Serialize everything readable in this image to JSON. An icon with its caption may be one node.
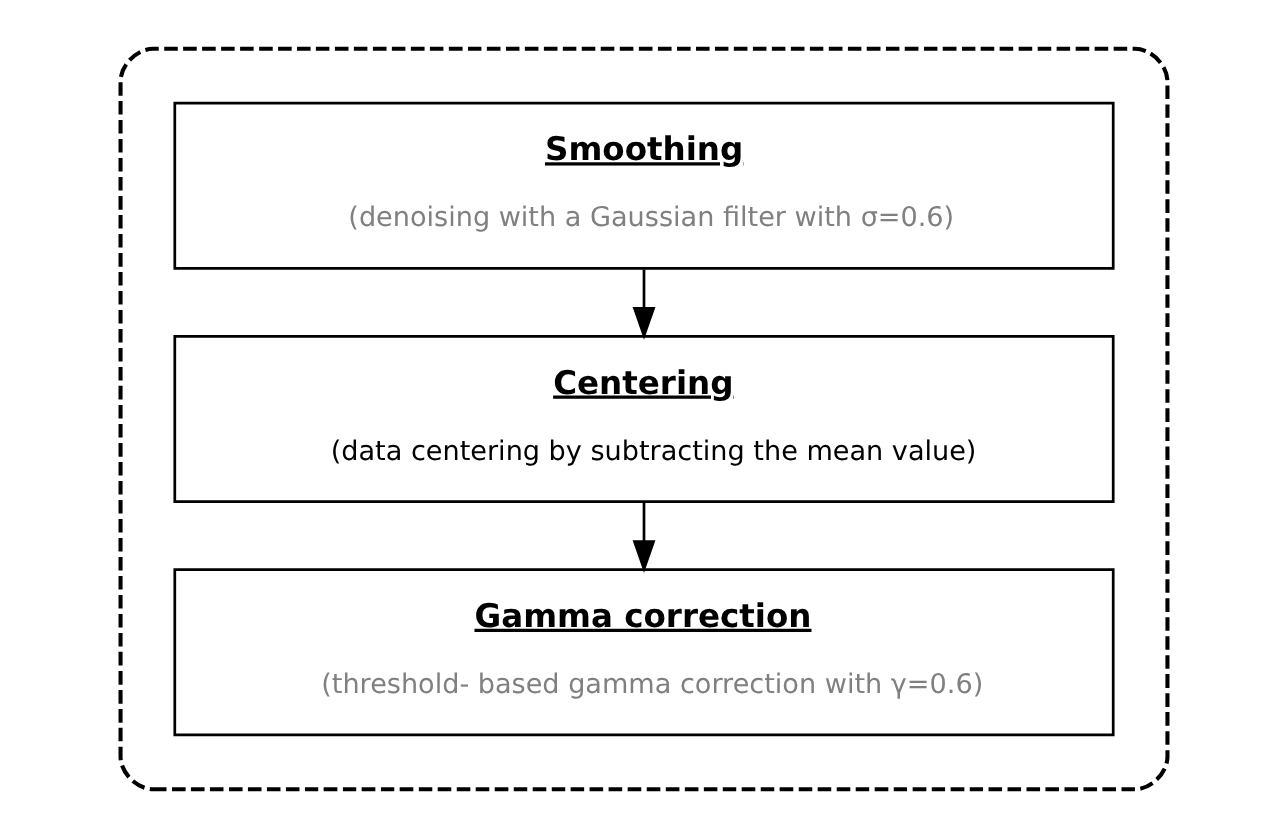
{
  "diagram": {
    "nodes": [
      {
        "text": [],
        "shape": "box"
      },
      {
        "text": [
          "Smoothing",
          "(denoising with a Gaussian filter with σ=0.6)"
        ],
        "in": 0
      },
      {
        "text": [
          "Centering",
          "(data centering by subtracting the mean value)"
        ],
        "in": 0
      },
      {
        "text": [
          "Gamma correction",
          "(threshold- based gamma correction with γ=0.6)"
        ],
        "in": 0
      }
    ],
    "edges": [
      {
        "from": 1,
        "to": 2,
        "arrow": "to"
      },
      {
        "from": 2,
        "to": 3,
        "arrow": "to"
      }
    ]
  }
}
